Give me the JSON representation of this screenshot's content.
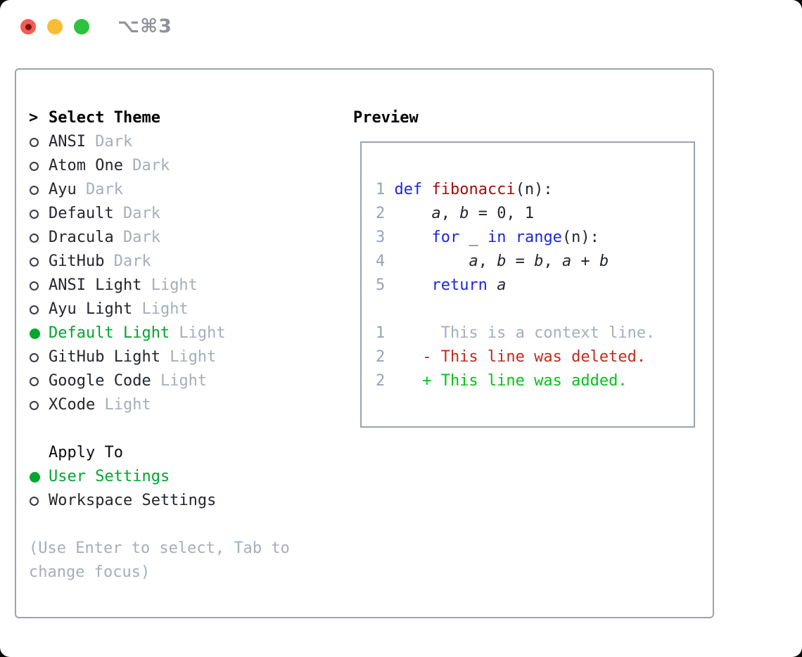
{
  "titlebar": {
    "title": "⌥⌘3"
  },
  "theme_panel": {
    "header_marker": ">",
    "header": "Select Theme",
    "themes": [
      {
        "name": "ANSI",
        "variant": "Dark",
        "selected": false
      },
      {
        "name": "Atom One",
        "variant": "Dark",
        "selected": false
      },
      {
        "name": "Ayu",
        "variant": "Dark",
        "selected": false
      },
      {
        "name": "Default",
        "variant": "Dark",
        "selected": false
      },
      {
        "name": "Dracula",
        "variant": "Dark",
        "selected": false
      },
      {
        "name": "GitHub",
        "variant": "Dark",
        "selected": false
      },
      {
        "name": "ANSI Light",
        "variant": "Light",
        "selected": false
      },
      {
        "name": "Ayu Light",
        "variant": "Light",
        "selected": false
      },
      {
        "name": "Default Light",
        "variant": "Light",
        "selected": true
      },
      {
        "name": "GitHub Light",
        "variant": "Light",
        "selected": false
      },
      {
        "name": "Google Code",
        "variant": "Light",
        "selected": false
      },
      {
        "name": "XCode",
        "variant": "Light",
        "selected": false
      }
    ],
    "apply_to": {
      "header": "Apply To",
      "options": [
        {
          "label": "User Settings",
          "selected": true
        },
        {
          "label": "Workspace Settings",
          "selected": false
        }
      ]
    },
    "hint": "(Use Enter to select, Tab to change focus)"
  },
  "preview": {
    "header": "Preview",
    "code_lines": [
      {
        "num": "1",
        "tokens": [
          {
            "t": "def",
            "s": "kw"
          },
          {
            "t": " ",
            "s": "pl"
          },
          {
            "t": "fibonacci",
            "s": "fn"
          },
          {
            "t": "(n):",
            "s": "pl"
          }
        ]
      },
      {
        "num": "2",
        "tokens": [
          {
            "t": "    ",
            "s": "pl"
          },
          {
            "t": "a",
            "s": "var"
          },
          {
            "t": ", ",
            "s": "pl"
          },
          {
            "t": "b",
            "s": "var"
          },
          {
            "t": " = 0, 1",
            "s": "pl"
          }
        ]
      },
      {
        "num": "3",
        "tokens": [
          {
            "t": "    ",
            "s": "pl"
          },
          {
            "t": "for",
            "s": "kw"
          },
          {
            "t": " _ ",
            "s": "pl"
          },
          {
            "t": "in",
            "s": "kw"
          },
          {
            "t": " ",
            "s": "pl"
          },
          {
            "t": "range",
            "s": "kw"
          },
          {
            "t": "(n):",
            "s": "pl"
          }
        ]
      },
      {
        "num": "4",
        "tokens": [
          {
            "t": "        ",
            "s": "pl"
          },
          {
            "t": "a",
            "s": "var"
          },
          {
            "t": ", ",
            "s": "pl"
          },
          {
            "t": "b",
            "s": "var"
          },
          {
            "t": " = ",
            "s": "pl"
          },
          {
            "t": "b",
            "s": "var"
          },
          {
            "t": ", ",
            "s": "pl"
          },
          {
            "t": "a",
            "s": "var"
          },
          {
            "t": " + ",
            "s": "pl"
          },
          {
            "t": "b",
            "s": "var"
          }
        ]
      },
      {
        "num": "5",
        "tokens": [
          {
            "t": "    ",
            "s": "pl"
          },
          {
            "t": "return",
            "s": "kw"
          },
          {
            "t": " ",
            "s": "pl"
          },
          {
            "t": "a",
            "s": "var"
          }
        ]
      }
    ],
    "diff_lines": [
      {
        "num": "1",
        "kind": "context",
        "tokens": [
          {
            "t": "     This is a context line.",
            "s": "ctx"
          }
        ]
      },
      {
        "num": "2",
        "kind": "deleted",
        "tokens": [
          {
            "t": "   - This line was deleted.",
            "s": "del"
          }
        ]
      },
      {
        "num": "2",
        "kind": "added",
        "tokens": [
          {
            "t": "   + This line was added.",
            "s": "add"
          }
        ]
      }
    ]
  },
  "colors": {
    "accent_green": "#00A62F",
    "added_green": "#04C316",
    "deleted_red": "#C6291C",
    "keyword_blue": "#1C26E4",
    "function_red": "#A50D0D",
    "text_dark": "#22272E",
    "muted_gray": "#A5AEBB",
    "gutter_gray": "#97A3B4",
    "border_gray": "#9AA4AF",
    "traffic_red": "#F25C55",
    "traffic_yellow": "#F9BC34",
    "traffic_green": "#2EC23C",
    "title_gray": "#8F9399"
  }
}
